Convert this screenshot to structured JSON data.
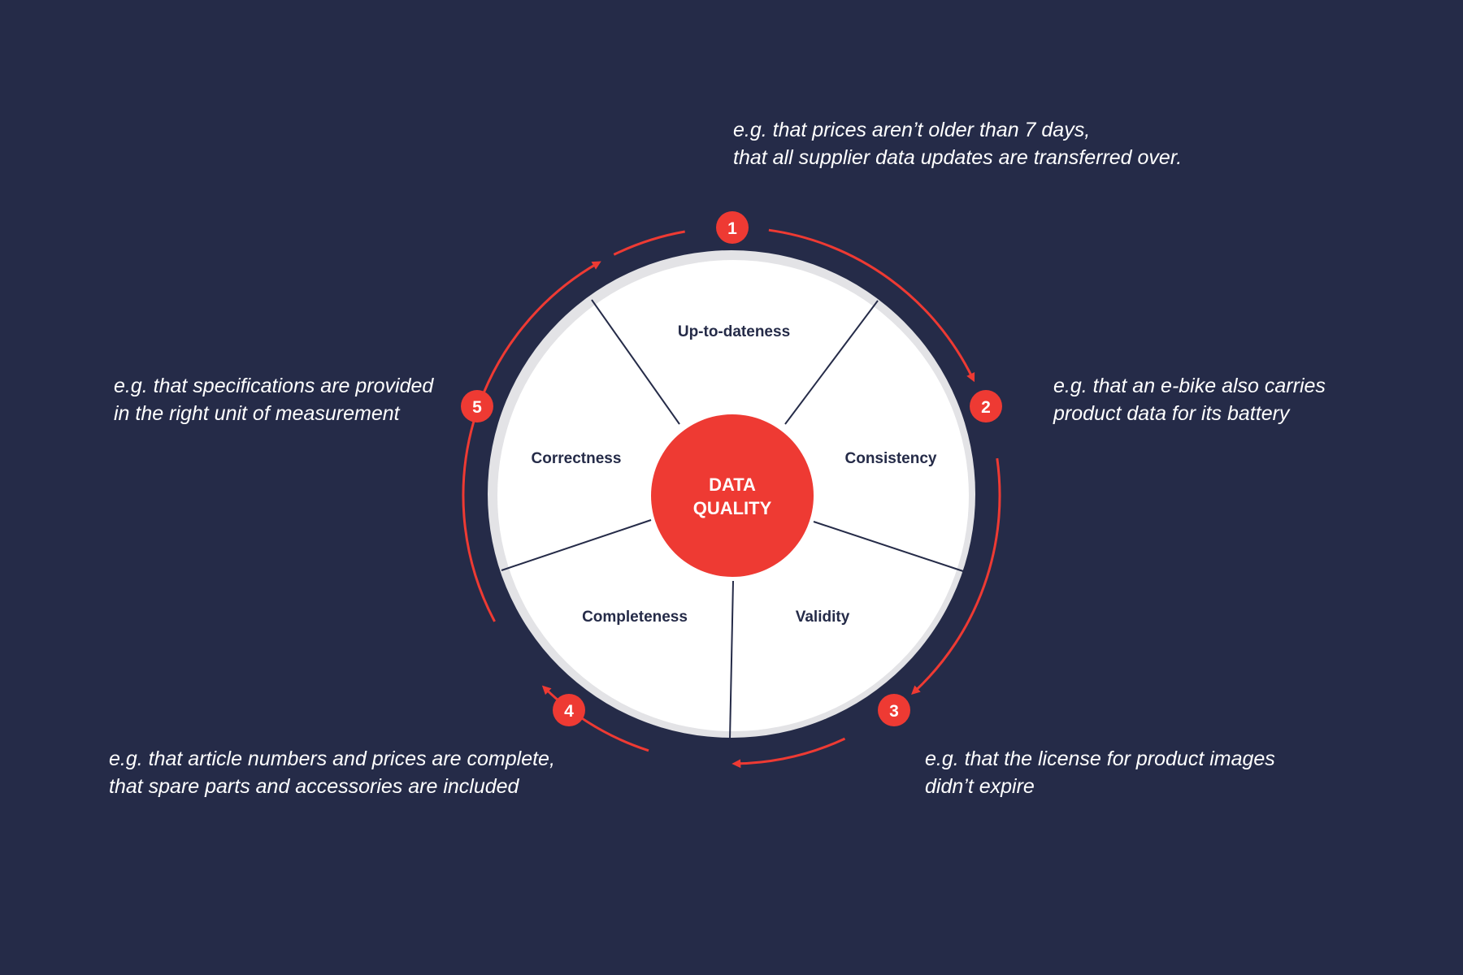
{
  "diagram": {
    "center": {
      "line1": "DATA",
      "line2": "QUALITY"
    },
    "segments": [
      {
        "label": "Up-to-dateness"
      },
      {
        "label": "Consistency"
      },
      {
        "label": "Validity"
      },
      {
        "label": "Completeness"
      },
      {
        "label": "Correctness"
      }
    ],
    "steps": [
      {
        "number": "1",
        "note": [
          "e.g. that prices aren’t older than 7 days,",
          "that all supplier data updates are transferred over."
        ]
      },
      {
        "number": "2",
        "note": [
          "e.g. that an e-bike also carries",
          "product data for its battery"
        ]
      },
      {
        "number": "3",
        "note": [
          "e.g. that the license for product images",
          "didn’t expire"
        ]
      },
      {
        "number": "4",
        "note": [
          "e.g. that article numbers and prices are complete,",
          "that spare parts and accessories are included"
        ]
      },
      {
        "number": "5",
        "note": [
          "e.g. that specifications are provided",
          "in the right unit of measurement"
        ]
      }
    ],
    "colors": {
      "background": "#252b48",
      "accent": "#ee3a33",
      "wheel": "#ffffff",
      "wheel_rim": "#e3e3e6",
      "divider": "#252b48"
    }
  }
}
